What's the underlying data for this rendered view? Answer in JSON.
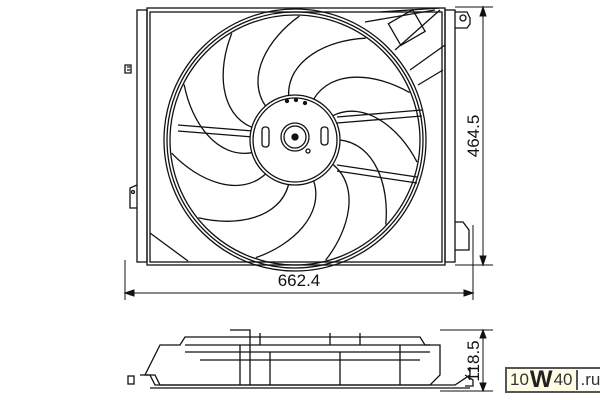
{
  "drawing": {
    "width_dimension": "662.4",
    "height_dimension": "464.5",
    "depth_dimension": "118.5"
  },
  "watermark": {
    "part1": "10",
    "part2": "W",
    "part3": "40",
    "part4": ".ru"
  }
}
